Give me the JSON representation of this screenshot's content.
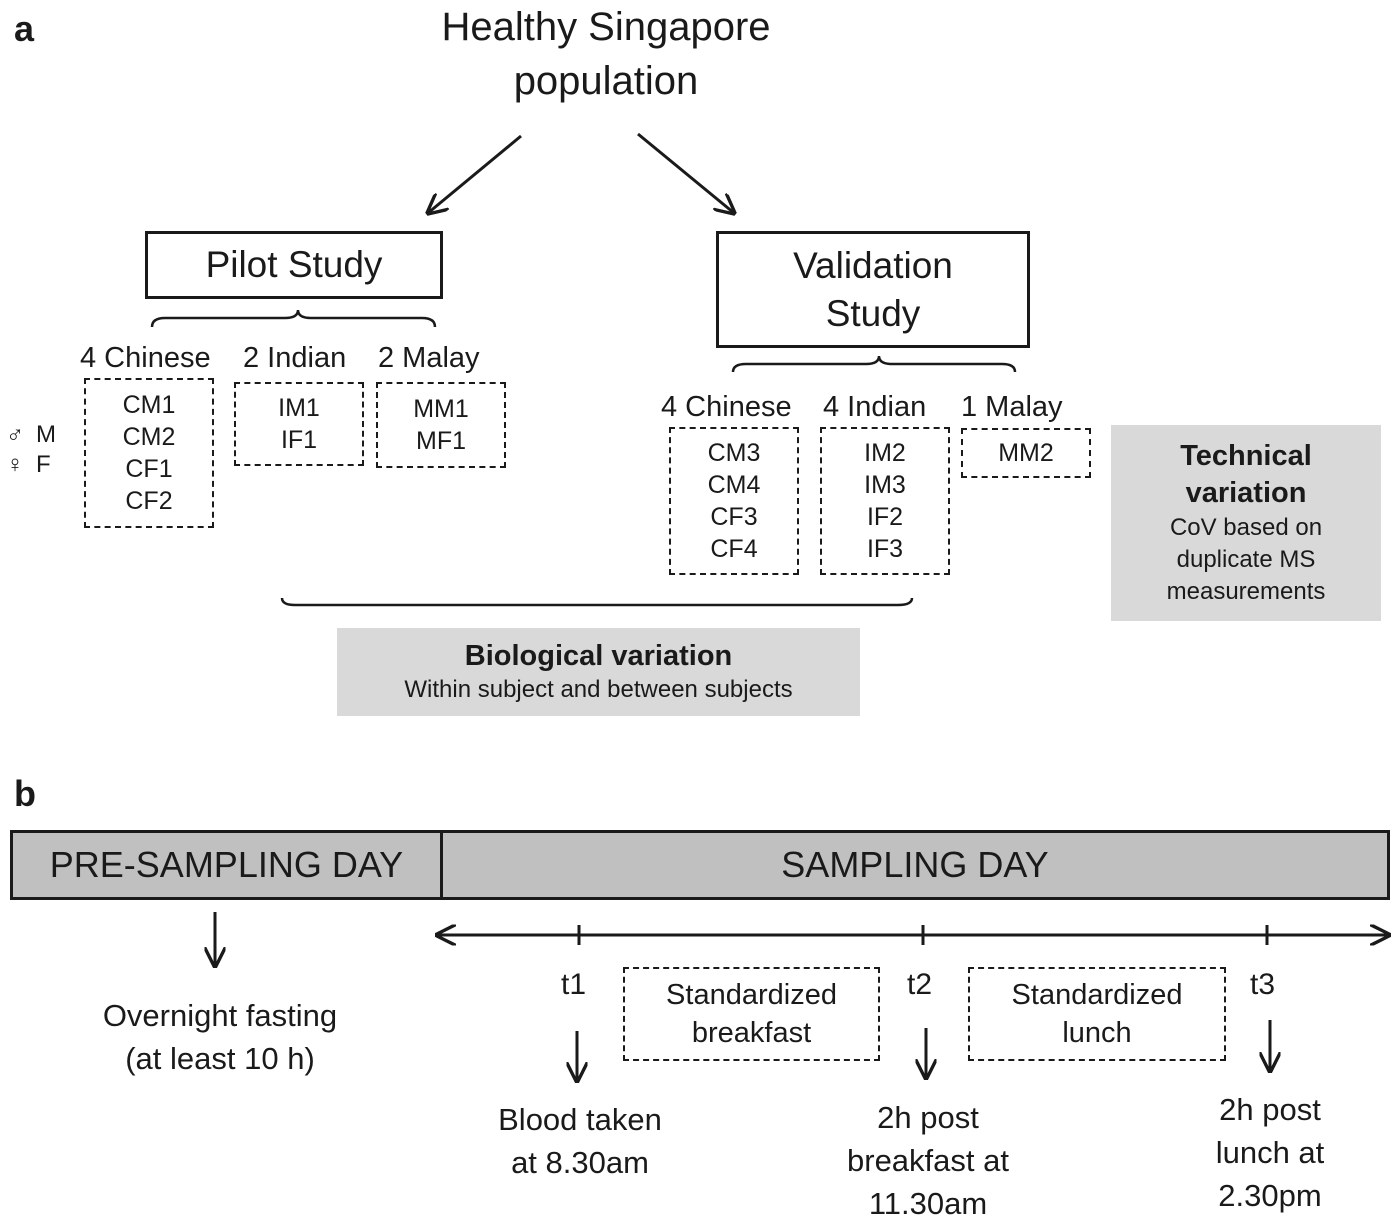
{
  "panel_a": {
    "label": "a",
    "population": [
      "Healthy Singapore",
      "population"
    ],
    "pilot": {
      "title": "Pilot Study",
      "groups": [
        {
          "label": "4 Chinese",
          "members": [
            "CM1",
            "CM2",
            "CF1",
            "CF2"
          ]
        },
        {
          "label": "2 Indian",
          "members": [
            "IM1",
            "IF1"
          ]
        },
        {
          "label": "2 Malay",
          "members": [
            "MM1",
            "MF1"
          ]
        }
      ]
    },
    "validation": {
      "title": [
        "Validation",
        "Study"
      ],
      "groups": [
        {
          "label": "4 Chinese",
          "members": [
            "CM3",
            "CM4",
            "CF3",
            "CF4"
          ]
        },
        {
          "label": "4 Indian",
          "members": [
            "IM2",
            "IM3",
            "IF2",
            "IF3"
          ]
        },
        {
          "label": "1 Malay",
          "members": [
            "MM2"
          ]
        }
      ]
    },
    "legend": [
      {
        "symbol": "♂",
        "letter": "M"
      },
      {
        "symbol": "♀",
        "letter": "F"
      }
    ],
    "biological_variation": {
      "title": "Biological variation",
      "subtitle": "Within subject and between subjects"
    },
    "technical_variation": {
      "title": [
        "Technical",
        "variation"
      ],
      "subtitle": [
        "CoV based on",
        "duplicate MS",
        "measurements"
      ]
    }
  },
  "panel_b": {
    "label": "b",
    "pre_sampling": "PRE-SAMPLING DAY",
    "sampling": "SAMPLING DAY",
    "fasting": [
      "Overnight fasting",
      "(at least 10 h)"
    ],
    "timepoints": [
      {
        "label": "t1",
        "note": [
          "Blood taken",
          "at 8.30am"
        ]
      },
      {
        "label": "t2",
        "note": [
          "2h post",
          "breakfast at",
          "11.30am"
        ]
      },
      {
        "label": "t3",
        "note": [
          "2h post",
          "lunch at",
          "2.30pm"
        ]
      }
    ],
    "meals": [
      {
        "lines": [
          "Standardized",
          "breakfast"
        ]
      },
      {
        "lines": [
          "Standardized",
          "lunch"
        ]
      }
    ]
  },
  "colors": {
    "ink": "#1a1a1a",
    "grey_fill": "#d9d9d9",
    "bar_fill": "#c0c0c0"
  }
}
